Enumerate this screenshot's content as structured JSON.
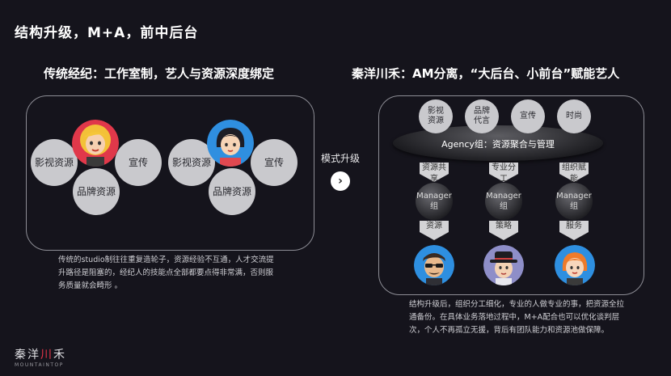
{
  "title": "结构升级，M+A，前中后台",
  "left": {
    "subtitle": "传统经纪：工作室制，艺人与资源深度绑定",
    "group1": {
      "left": "影视资源",
      "right": "宣传",
      "bottom": "品牌资源"
    },
    "group2": {
      "left": "影视资源",
      "right": "宣传",
      "bottom": "品牌资源"
    },
    "description": "传统的studio制往往重复造轮子，资源经验不互通，人才交流提升路径是阻塞的，经纪人的技能点全部都要点得非常满，否则服务质量就会畸形 。"
  },
  "switch": {
    "label": "模式升级",
    "icon": "chevron-right-icon",
    "glyph": "›"
  },
  "right": {
    "subtitle": "秦洋川禾：AM分离，“大后台、小前台”赋能艺人",
    "resources": [
      {
        "line1": "影视",
        "line2": "资源"
      },
      {
        "line1": "品牌",
        "line2": "代言"
      },
      {
        "line1": "宣传",
        "line2": ""
      },
      {
        "line1": "时尚",
        "line2": ""
      }
    ],
    "agency": "Agency组：资源聚合与管理",
    "arrows_top": [
      "资源共享",
      "专业分工",
      "组织赋能"
    ],
    "managers": [
      {
        "line1": "Manager",
        "line2": "组"
      },
      {
        "line1": "Manager",
        "line2": "组"
      },
      {
        "line1": "Manager",
        "line2": "组"
      }
    ],
    "arrows_bottom": [
      "资源",
      "策略",
      "服务"
    ],
    "description": "结构升级后，组织分工细化，专业的人做专业的事，把资源全拉通备份。在具体业务落地过程中，M+A配合也可以优化谈判层次，个人不再孤立无援，背后有团队能力和资源池做保障。"
  },
  "logo": {
    "cn_part1": "秦洋",
    "cn_part2": "川",
    "cn_part3": "禾",
    "en": "MOUNTAINTOP"
  },
  "colors": {
    "accent_red": "#e8354a",
    "background": "#15141c",
    "circle": "#c9c9cd"
  }
}
